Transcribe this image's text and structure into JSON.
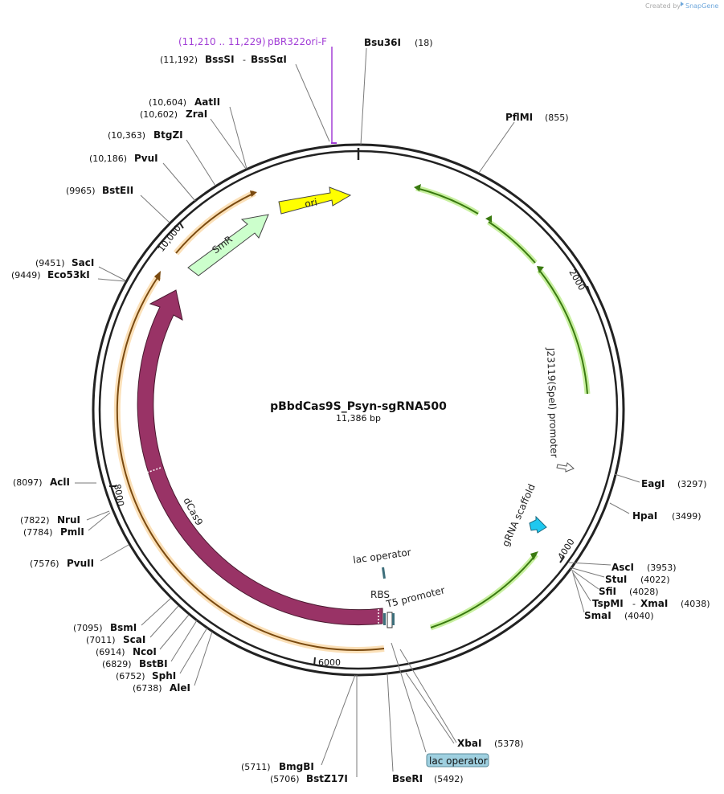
{
  "watermark": {
    "prefix": "Created by",
    "brand": "SnapGene"
  },
  "plasmid": {
    "name": "pBbdCas9S_Psyn-sgRNA500",
    "length_label": "11,386 bp",
    "length": 11386
  },
  "ruler_ticks": [
    "2000",
    "4000",
    "6000",
    "8000",
    "10,000"
  ],
  "primer": {
    "range": "(11,210 .. 11,229)",
    "name": "pBR322ori-F",
    "color": "#a23fd6"
  },
  "sites": [
    {
      "name": "Bsu36I",
      "pos": "(18)"
    },
    {
      "name": "PflMI",
      "pos": "(855)"
    },
    {
      "name": "EagI",
      "pos": "(3297)"
    },
    {
      "name": "HpaI",
      "pos": "(3499)"
    },
    {
      "name": "AscI",
      "pos": "(3953)"
    },
    {
      "name": "StuI",
      "pos": "(4022)"
    },
    {
      "name": "SfiI",
      "pos": "(4028)"
    },
    {
      "name": "TspMI",
      "name2": "XmaI",
      "pos": "(4038)"
    },
    {
      "name": "SmaI",
      "pos": "(4040)"
    },
    {
      "name": "XbaI",
      "pos": "(5378)"
    },
    {
      "name": "BseRI",
      "pos": "(5492)"
    },
    {
      "name": "BstZ17I",
      "pos": "(5706)"
    },
    {
      "name": "BmgBI",
      "pos": "(5711)"
    },
    {
      "name": "AleI",
      "pos": "(6738)"
    },
    {
      "name": "SphI",
      "pos": "(6752)"
    },
    {
      "name": "BstBI",
      "pos": "(6829)"
    },
    {
      "name": "NcoI",
      "pos": "(6914)"
    },
    {
      "name": "ScaI",
      "pos": "(7011)"
    },
    {
      "name": "BsmI",
      "pos": "(7095)"
    },
    {
      "name": "PvuII",
      "pos": "(7576)"
    },
    {
      "name": "PmlI",
      "pos": "(7784)"
    },
    {
      "name": "NruI",
      "pos": "(7822)"
    },
    {
      "name": "AclI",
      "pos": "(8097)"
    },
    {
      "name": "Eco53kI",
      "pos": "(9449)"
    },
    {
      "name": "SacI",
      "pos": "(9451)"
    },
    {
      "name": "BstEII",
      "pos": "(9965)"
    },
    {
      "name": "PvuI",
      "pos": "(10,186)"
    },
    {
      "name": "BtgZI",
      "pos": "(10,363)"
    },
    {
      "name": "ZraI",
      "pos": "(10,602)"
    },
    {
      "name": "AatII",
      "pos": "(10,604)"
    },
    {
      "name": "BssSI",
      "name2": "BssSαI",
      "pos": "(11,192)"
    }
  ],
  "features": {
    "ori": "ori",
    "smr": "SmR",
    "dcas9": "dCas9",
    "j23119": "J23119(SpeI) promoter",
    "grna": "gRNA scaffold",
    "lac_operator": "lac operator",
    "rbs": "RBS",
    "t5": "T5 promoter",
    "lac_operator_box": "lac operator"
  },
  "colors": {
    "ori": "#ffff00",
    "smr": "#ccffcc",
    "dcas9": "#993366",
    "grna": "#1ec8f0",
    "green_feature": "#5aa020",
    "orange_feature": "#f0a030",
    "primer": "#a23fd6",
    "lac_box": "#9fd0e0"
  }
}
